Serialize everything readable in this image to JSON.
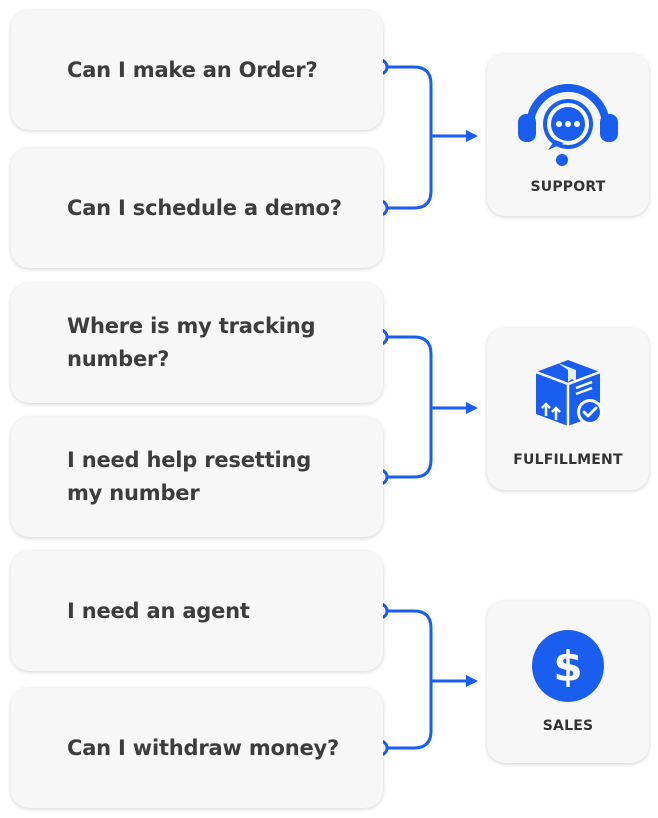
{
  "colors": {
    "accent": "#1a5ef0",
    "card_bg": "#f7f7f7",
    "text": "#3d3d3d"
  },
  "groups": [
    {
      "questions": [
        "Can I make an Order?",
        "Can I schedule a demo?"
      ],
      "department": {
        "label": "SUPPORT",
        "icon": "headset-chat-icon"
      }
    },
    {
      "questions": [
        "Where is my tracking number?",
        "I need help resetting my number"
      ],
      "department": {
        "label": "FULFILLMENT",
        "icon": "package-check-icon"
      }
    },
    {
      "questions": [
        "I need an agent",
        "Can I withdraw money?"
      ],
      "department": {
        "label": "SALES",
        "icon": "dollar-icon"
      }
    }
  ]
}
